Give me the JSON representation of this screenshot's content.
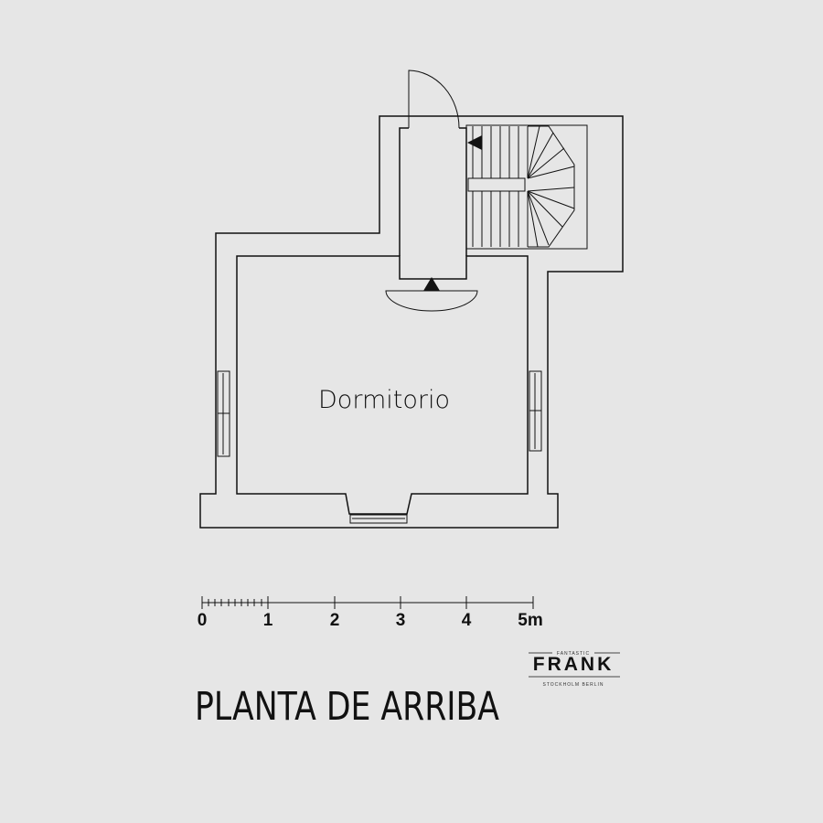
{
  "plan": {
    "room_label": "Dormitorio",
    "title": "PLANTA DE ARRIBA"
  },
  "scale_bar": {
    "ticks": [
      "0",
      "1",
      "2",
      "3",
      "4",
      "5m"
    ]
  },
  "logo": {
    "top": "FANTASTIC",
    "name": "FRANK",
    "bottom": "STOCKHOLM  BERLIN"
  }
}
